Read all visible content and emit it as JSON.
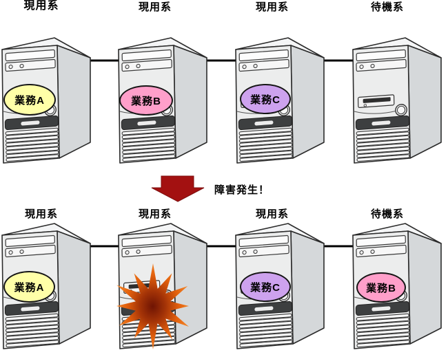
{
  "diagram": {
    "top_row": {
      "servers": [
        {
          "label": "現用系",
          "workload": "業務A"
        },
        {
          "label": "現用系",
          "workload": "業務B"
        },
        {
          "label": "現用系",
          "workload": "業務C"
        },
        {
          "label": "待機系",
          "workload": ""
        }
      ]
    },
    "event": {
      "label": "障害発生！"
    },
    "bottom_row": {
      "servers": [
        {
          "label": "現用系",
          "workload": "業務A"
        },
        {
          "label": "現用系",
          "workload": "",
          "status": "failure"
        },
        {
          "label": "現用系",
          "workload": "業務C"
        },
        {
          "label": "待機系",
          "workload": "業務B"
        }
      ]
    }
  },
  "colors": {
    "workload_a": "#ffffa8",
    "workload_b": "#ff9fca",
    "workload_c": "#cda2ee",
    "arrow": "#a31111",
    "arrow_edge": "#7d0d0d",
    "explosion_center": "#6f1403",
    "explosion_mid": "#a33307",
    "explosion_outer": "#e2600d",
    "explosion_tip": "#f08024",
    "server_front": "#eceded",
    "server_side": "#d5d8da",
    "server_top": "#f4f5f6",
    "link_line": "#000000"
  }
}
